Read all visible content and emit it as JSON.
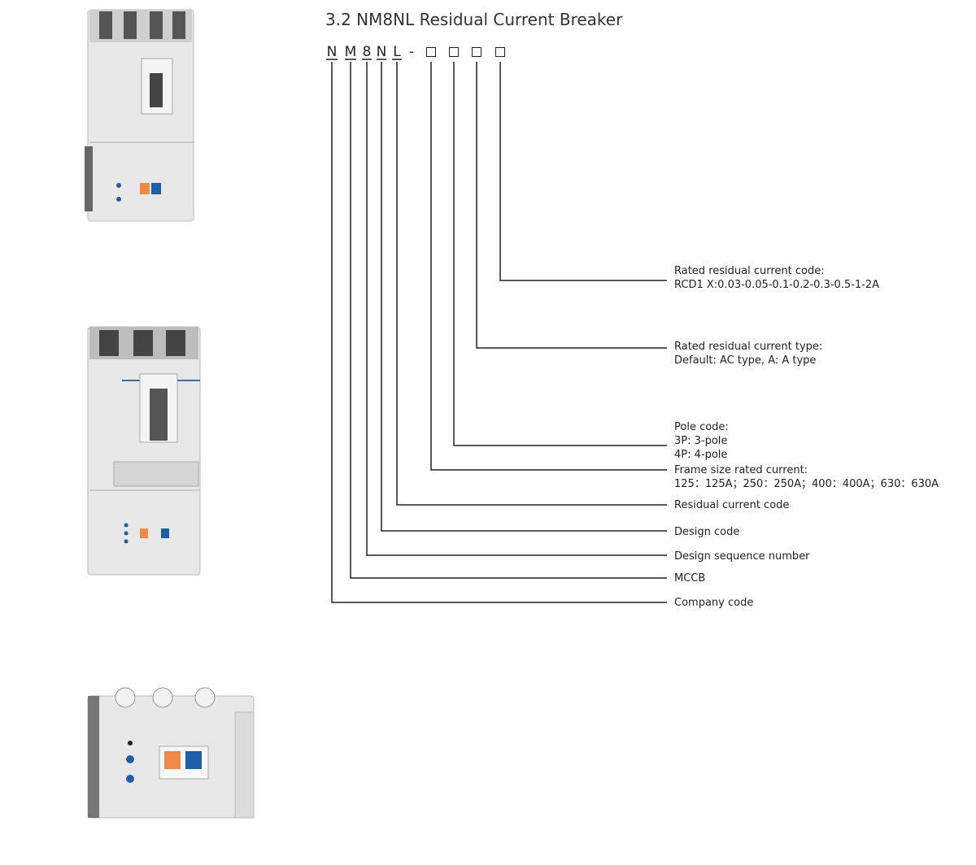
{
  "title": "3.2 NM8NL Residual Current Breaker",
  "model_code": {
    "letters": [
      "N",
      "M",
      "8",
      "N",
      "L",
      "-"
    ],
    "placeholder_boxes": 4
  },
  "labels": {
    "rated_residual_current_code": [
      "Rated residual current code:",
      "RCD1 X:0.03-0.05-0.1-0.2-0.3-0.5-1-2A"
    ],
    "rated_residual_current_type": [
      "Rated residual current type:",
      "Default: AC type, A: A type"
    ],
    "pole_code": [
      "Pole code:",
      "3P: 3-pole",
      "4P: 4-pole"
    ],
    "frame_size": [
      "Frame size rated current:",
      "125：125A；250：250A；400：400A；630：630A"
    ],
    "residual_current_code": "Residual current code",
    "design_code": "Design code",
    "design_sequence_number": "Design sequence number",
    "mccb": "MCCB",
    "company_code": "Company code"
  },
  "colors": {
    "orange_button": "#f08a4b",
    "blue_button": "#1f5fa8",
    "housing": "#e6e6e6"
  }
}
